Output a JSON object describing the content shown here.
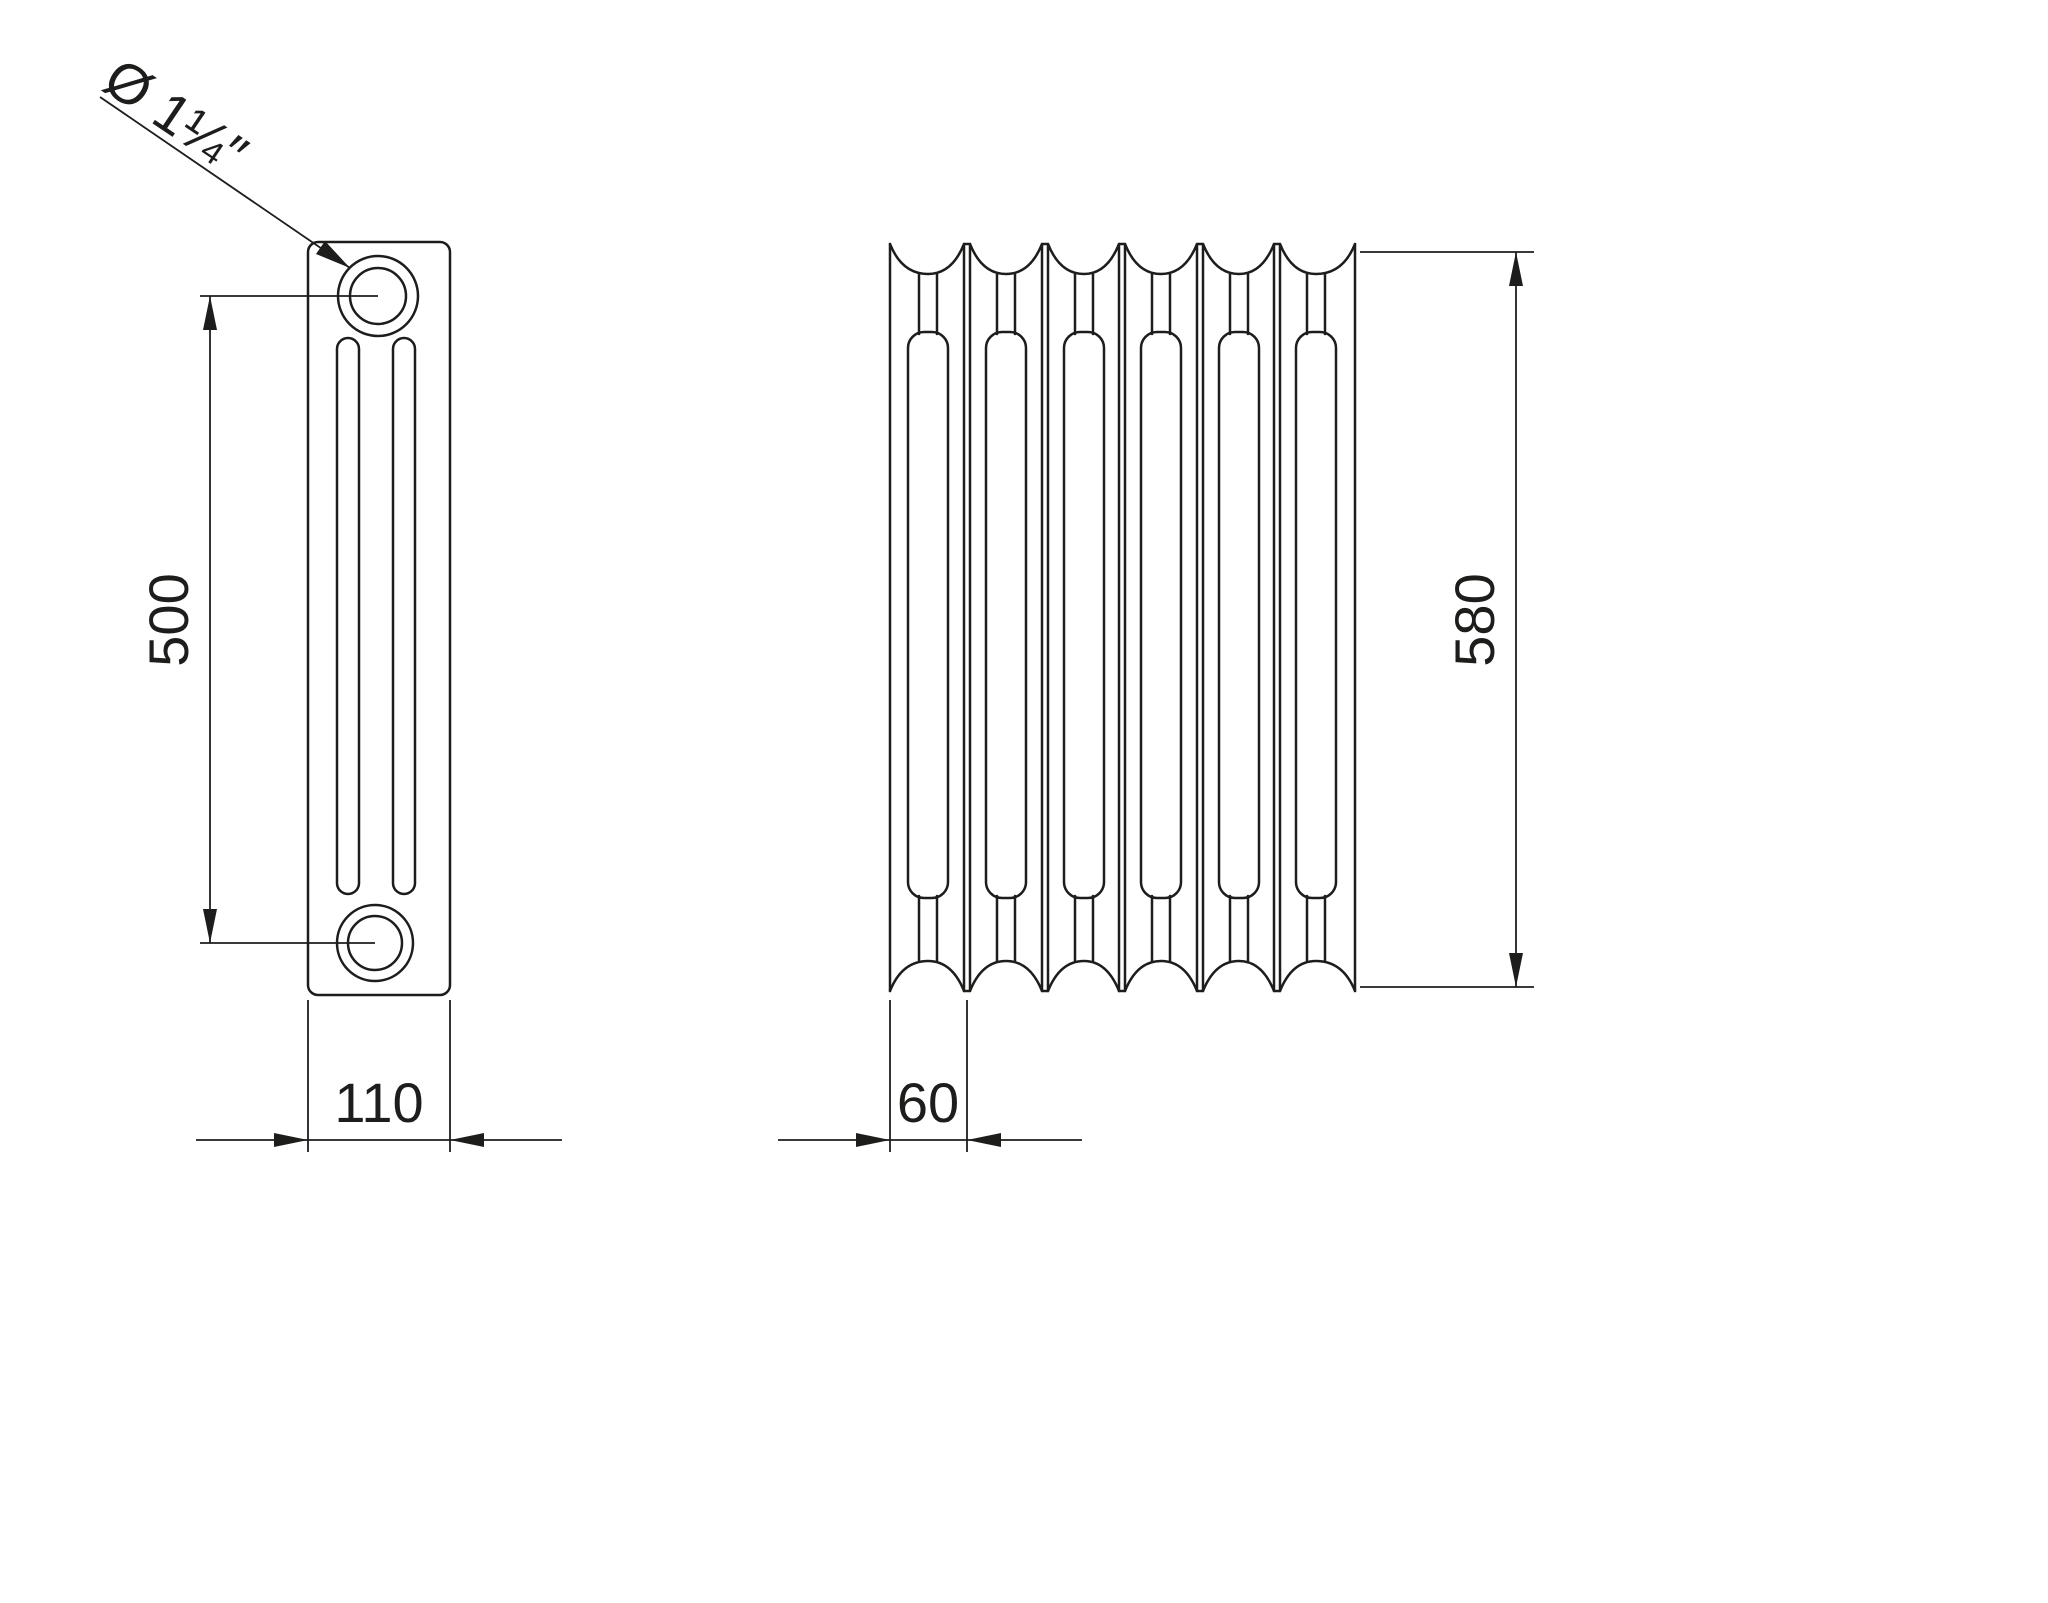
{
  "colors": {
    "line": "#1d1d1b",
    "background": "#ffffff"
  },
  "side_view": {
    "port_diameter_label": "Ø 1¼″",
    "height_dimension": "500",
    "width_dimension": "110"
  },
  "front_view": {
    "sections": 6,
    "height_dimension": "580",
    "section_width_dimension": "60"
  }
}
